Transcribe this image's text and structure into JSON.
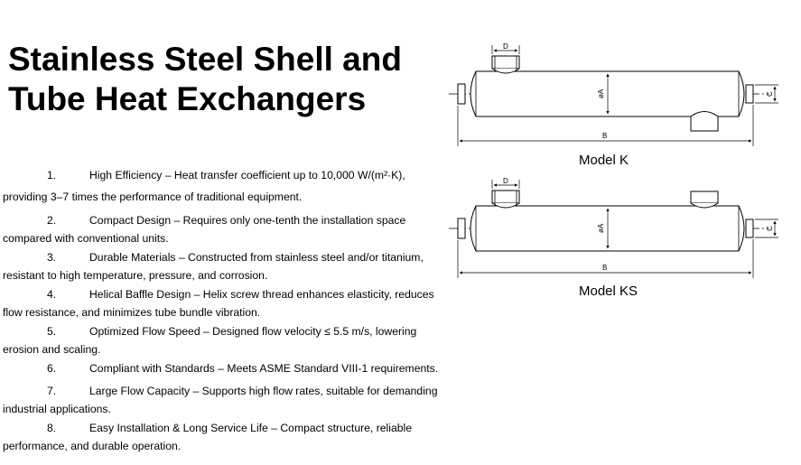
{
  "title": {
    "line1": "Stainless Steel Shell and",
    "line2": "Tube Heat Exchangers"
  },
  "features": [
    {
      "number": "1.",
      "line1": "High Efficiency – Heat transfer coefficient up to 10,000 W/(m²·K),",
      "line2": "providing 3–7 times the performance of traditional equipment."
    },
    {
      "number": "2.",
      "line1": "Compact Design – Requires only one-tenth the installation space",
      "line2": "compared with conventional units."
    },
    {
      "number": "3.",
      "line1": "Durable Materials – Constructed from stainless steel and/or titanium,",
      "line2": "resistant to high temperature, pressure, and corrosion."
    },
    {
      "number": "4.",
      "line1": "Helical Baffle Design – Helix screw thread enhances elasticity, reduces",
      "line2": "flow resistance, and minimizes tube bundle vibration."
    },
    {
      "number": "5.",
      "line1": "Optimized Flow Speed – Designed flow velocity ≤ 5.5 m/s, lowering",
      "line2": "erosion and scaling."
    },
    {
      "number": "6.",
      "line1": "Compliant with Standards – Meets ASME Standard VIII-1 requirements.",
      "line2": ""
    },
    {
      "number": "7.",
      "line1": "Large Flow Capacity – Supports high flow rates, suitable for demanding",
      "line2": "industrial applications."
    },
    {
      "number": "8.",
      "line1": "Easy Installation & Long Service Life – Compact structure, reliable",
      "line2": "performance, and durable operation."
    }
  ],
  "diagrams": {
    "model_k": {
      "caption": "Model K",
      "dim_d": "D",
      "dim_a": "øA",
      "dim_b": "B",
      "dim_c": "C"
    },
    "model_ks": {
      "caption": "Model KS",
      "dim_d": "D",
      "dim_a": "øA",
      "dim_b": "B",
      "dim_c": "C"
    }
  }
}
